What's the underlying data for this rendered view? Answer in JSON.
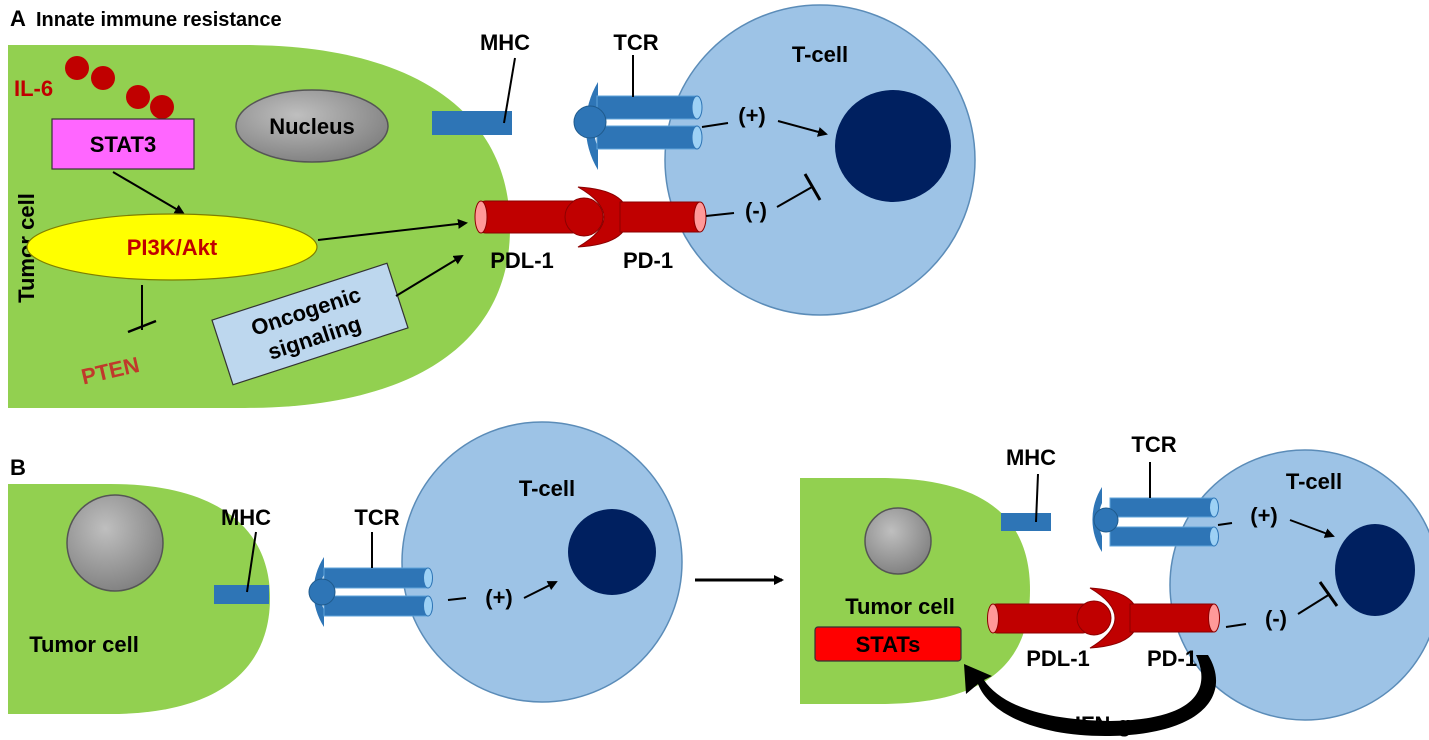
{
  "panel_a": {
    "panel_letter": "A",
    "panel_title": "Innate immune resistance",
    "tumor_cell_label": "Tumor cell",
    "tcell_label": "T-cell",
    "il6_label": "IL-6",
    "stat3_label": "STAT3",
    "pi3k_label": "PI3K/Akt",
    "pten_label": "PTEN",
    "nucleus_label": "Nucleus",
    "onco_line1": "Oncogenic",
    "onco_line2": "signaling",
    "mhc_label": "MHC",
    "tcr_label": "TCR",
    "pdl1_label": "PDL-1",
    "pd1_label": "PD-1",
    "plus_label": "(+)",
    "minus_label": "(-)"
  },
  "panel_b": {
    "panel_letter": "B",
    "left": {
      "tumor_cell_label": "Tumor cell",
      "tcell_label": "T-cell",
      "mhc_label": "MHC",
      "tcr_label": "TCR",
      "plus_label": "(+)"
    },
    "right": {
      "tumor_cell_label": "Tumor cell",
      "stats_label": "STATs",
      "tcell_label": "T-cell",
      "mhc_label": "MHC",
      "tcr_label": "TCR",
      "pdl1_label": "PDL-1",
      "pd1_label": "PD-1",
      "plus_label": "(+)",
      "minus_label": "(-)",
      "ifng_label": "IFN-g"
    }
  },
  "colors": {
    "tumor_green": "#92d050",
    "tcell_blue": "#9dc3e6",
    "nucleus_navy": "#002060",
    "mhc_blue": "#2e75b6",
    "pdl1_red": "#c00000",
    "stat3_magenta": "#ff66ff",
    "pi3k_yellow": "#ffff00",
    "onco_box": "#bdd7ee",
    "il6_red": "#c00000",
    "pten_red": "#c0392b",
    "stats_red": "#ff0000"
  }
}
